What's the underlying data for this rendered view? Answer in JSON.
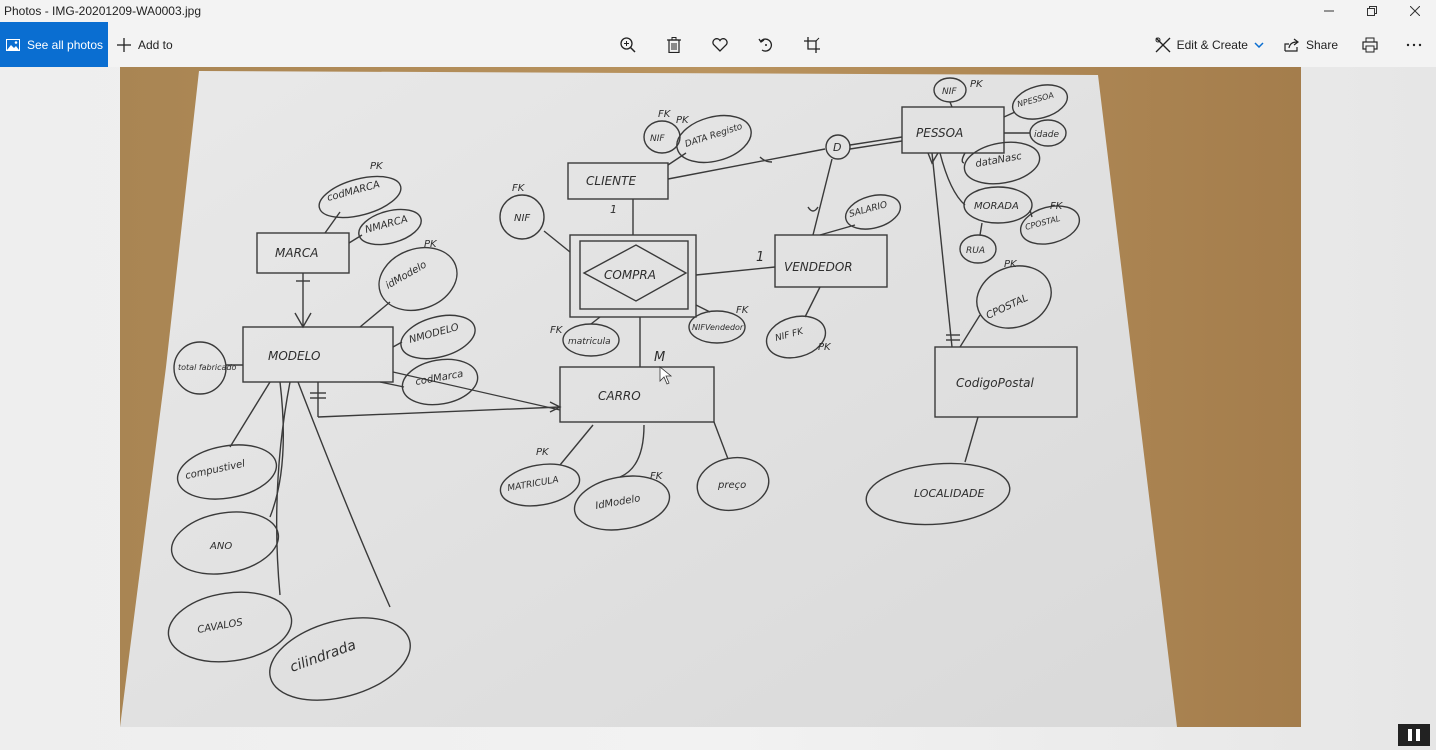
{
  "window": {
    "title": "Photos - IMG-20201209-WA0003.jpg"
  },
  "toolbar": {
    "see_all_label": "See all photos",
    "add_to_label": "Add to",
    "zoom_icon": "zoom-in-icon",
    "delete_icon": "trash-icon",
    "favorite_icon": "heart-icon",
    "rotate_icon": "rotate-icon",
    "crop_icon": "crop-icon",
    "edit_create_label": "Edit & Create",
    "share_label": "Share",
    "accent": "#0a6ed1"
  },
  "diagram": {
    "entities": {
      "marca": "MARCA",
      "modelo": "MODELO",
      "cliente": "CLIENTE",
      "compra": "COMPRA",
      "vendedor": "VENDEDOR",
      "carro": "CARRO",
      "pessoa": "PESSOA",
      "codigo_postal": "CodigoPostal"
    },
    "attributes": {
      "cod_marca": "codMARCA",
      "n_marca": "NMARCA",
      "id_modelo": "idModelo",
      "n_modelo": "NMODELO",
      "cod_marca_fk": "codMarca",
      "total_fabricado": "total fabricado",
      "compustivel": "compustivel",
      "ano": "ANO",
      "cavalos": "CAVALOS",
      "cilindrada": "cilindrada",
      "nif_cliente": "NIF",
      "nif_cliente_pk": "NIF",
      "data_registo": "DATA Registo",
      "matricula_fk": "matricula",
      "nif_vendedor": "NIFVendedor",
      "matricula": "MATRICULA",
      "id_modelo_carro": "IdModelo",
      "preco": "preço",
      "salario": "SALARIO",
      "nif_vend_fk": "NIF FK",
      "nif_pessoa": "NIF",
      "n_pessoa": "NPESSOA",
      "idade": "idade",
      "data_nasc": "dataNasc",
      "morada": "MORADA",
      "rua": "RUA",
      "cpostal_fk": "CPOSTAL",
      "cpostal_pk": "CPOSTAL",
      "localidade": "LOCALIDADE"
    },
    "markers": {
      "pk": "PK",
      "fk": "FK",
      "disjoint": "D",
      "one": "1",
      "many": "M"
    }
  }
}
